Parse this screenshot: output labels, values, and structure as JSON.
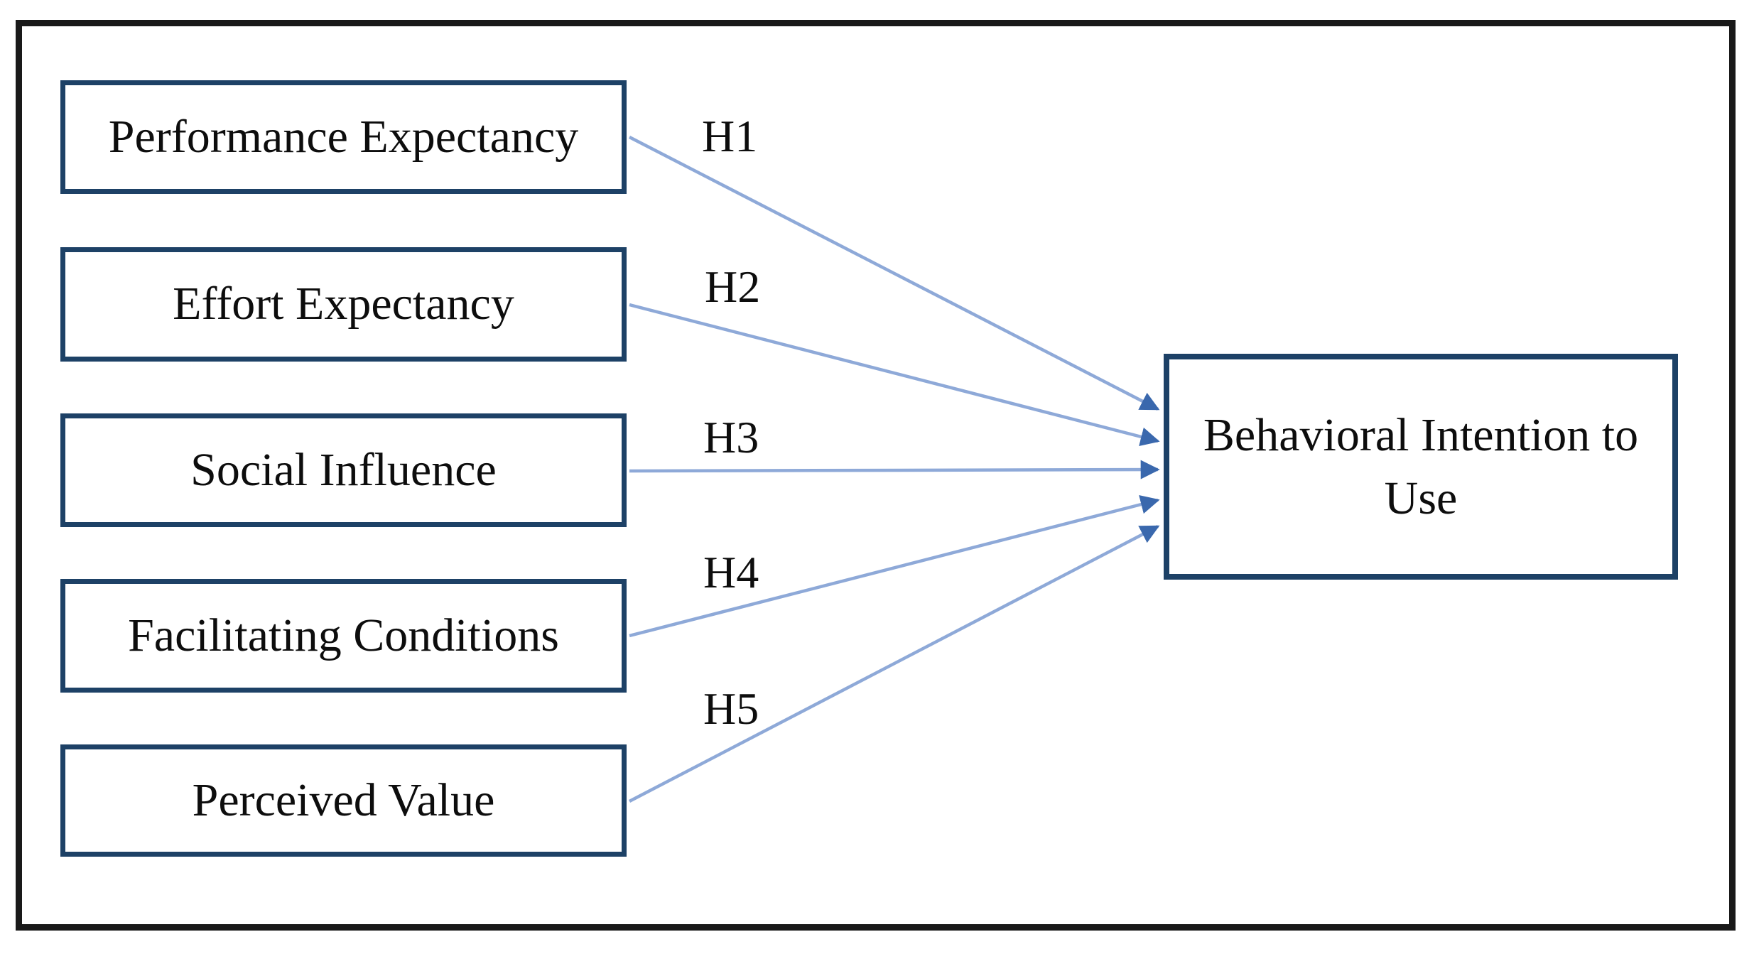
{
  "diagram": {
    "constructs": [
      {
        "label": "Performance Expectancy",
        "hypothesis": "H1",
        "to": "Behavioral Intention to Use"
      },
      {
        "label": "Effort Expectancy",
        "hypothesis": "H2",
        "to": "Behavioral Intention to Use"
      },
      {
        "label": "Social Influence",
        "hypothesis": "H3",
        "to": "Behavioral Intention to Use"
      },
      {
        "label": "Facilitating Conditions",
        "hypothesis": "H4",
        "to": "Behavioral Intention to Use"
      },
      {
        "label": "Perceived Value",
        "hypothesis": "H5",
        "to": "Behavioral Intention to Use"
      }
    ],
    "outcome": {
      "label": "Behavioral Intention to Use"
    },
    "colors": {
      "frame": "#191919",
      "box_border": "#1d4166",
      "connector_line": "#8ea9d8",
      "arrow_head": "#3a68ad",
      "text": "#0d0d0d",
      "background": "#ffffff"
    }
  }
}
